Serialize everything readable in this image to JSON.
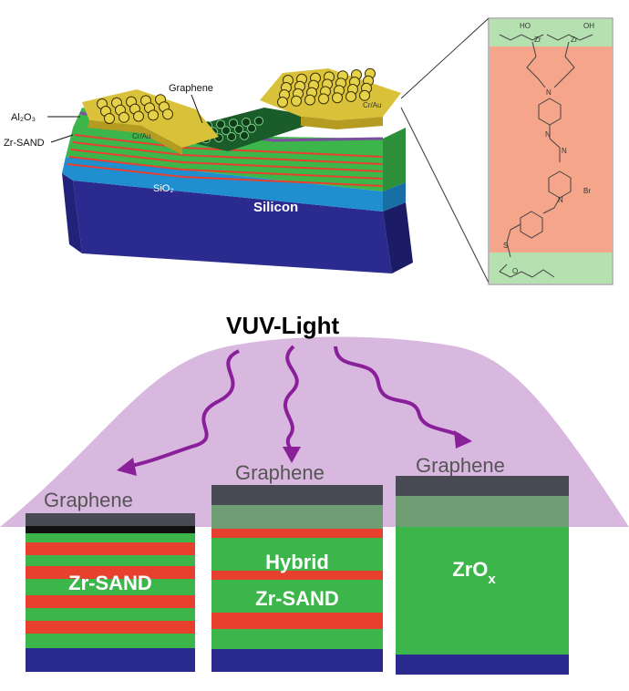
{
  "top": {
    "labels": {
      "al2o3": "Al₂O₃",
      "zr_sand": "Zr-SAND",
      "graphene": "Graphene",
      "crau_left": "Cr/Au",
      "crau_right": "Cr/Au",
      "sio2": "SiO₂",
      "silicon": "Silicon"
    },
    "molecule": {
      "ho": "HO",
      "oh": "OH",
      "zr_left": "Zr",
      "zr_right": "Zr",
      "n_amine": "N",
      "n_azo_1": "N",
      "n_azo_2": "N",
      "n_pyr": "N",
      "br": "Br",
      "s": "S",
      "o": "O"
    }
  },
  "bottom": {
    "vuv_label": "VUV-Light",
    "graphene_labels": [
      "Graphene",
      "Graphene",
      "Graphene"
    ],
    "stack_labels": {
      "left": "Zr-SAND",
      "middle_line1": "Hybrid",
      "middle_line2": "Zr-SAND",
      "right_main": "ZrO",
      "right_sub": "x"
    }
  },
  "colors": {
    "silicon": "#2b2b8f",
    "sio2": "#1f8fd0",
    "green_layer": "#3cb54a",
    "red_layer": "#e8402e",
    "gold": "#d9c23a",
    "graphene_dark": "#1a5c2a",
    "light_cone": "#d9b8e0",
    "arrow": "#8a1f9a",
    "graphene_top": "#4a4a55",
    "green_faded": "#6f9e74",
    "mol_green": "#b5e0b0",
    "mol_salmon": "#f4a58a"
  }
}
